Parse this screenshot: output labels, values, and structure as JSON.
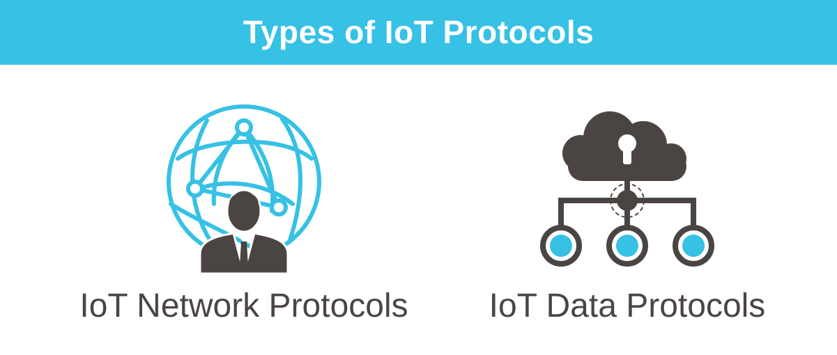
{
  "header": {
    "title": "Types of IoT Protocols"
  },
  "items": [
    {
      "label": "IoT Network Protocols",
      "icon": "globe-network-person-icon"
    },
    {
      "label": "IoT Data Protocols",
      "icon": "cloud-lock-network-icon"
    }
  ],
  "colors": {
    "banner": "#36c1e5",
    "accent": "#36c1e5",
    "dark": "#4a4543",
    "text_light": "#ffffff"
  }
}
